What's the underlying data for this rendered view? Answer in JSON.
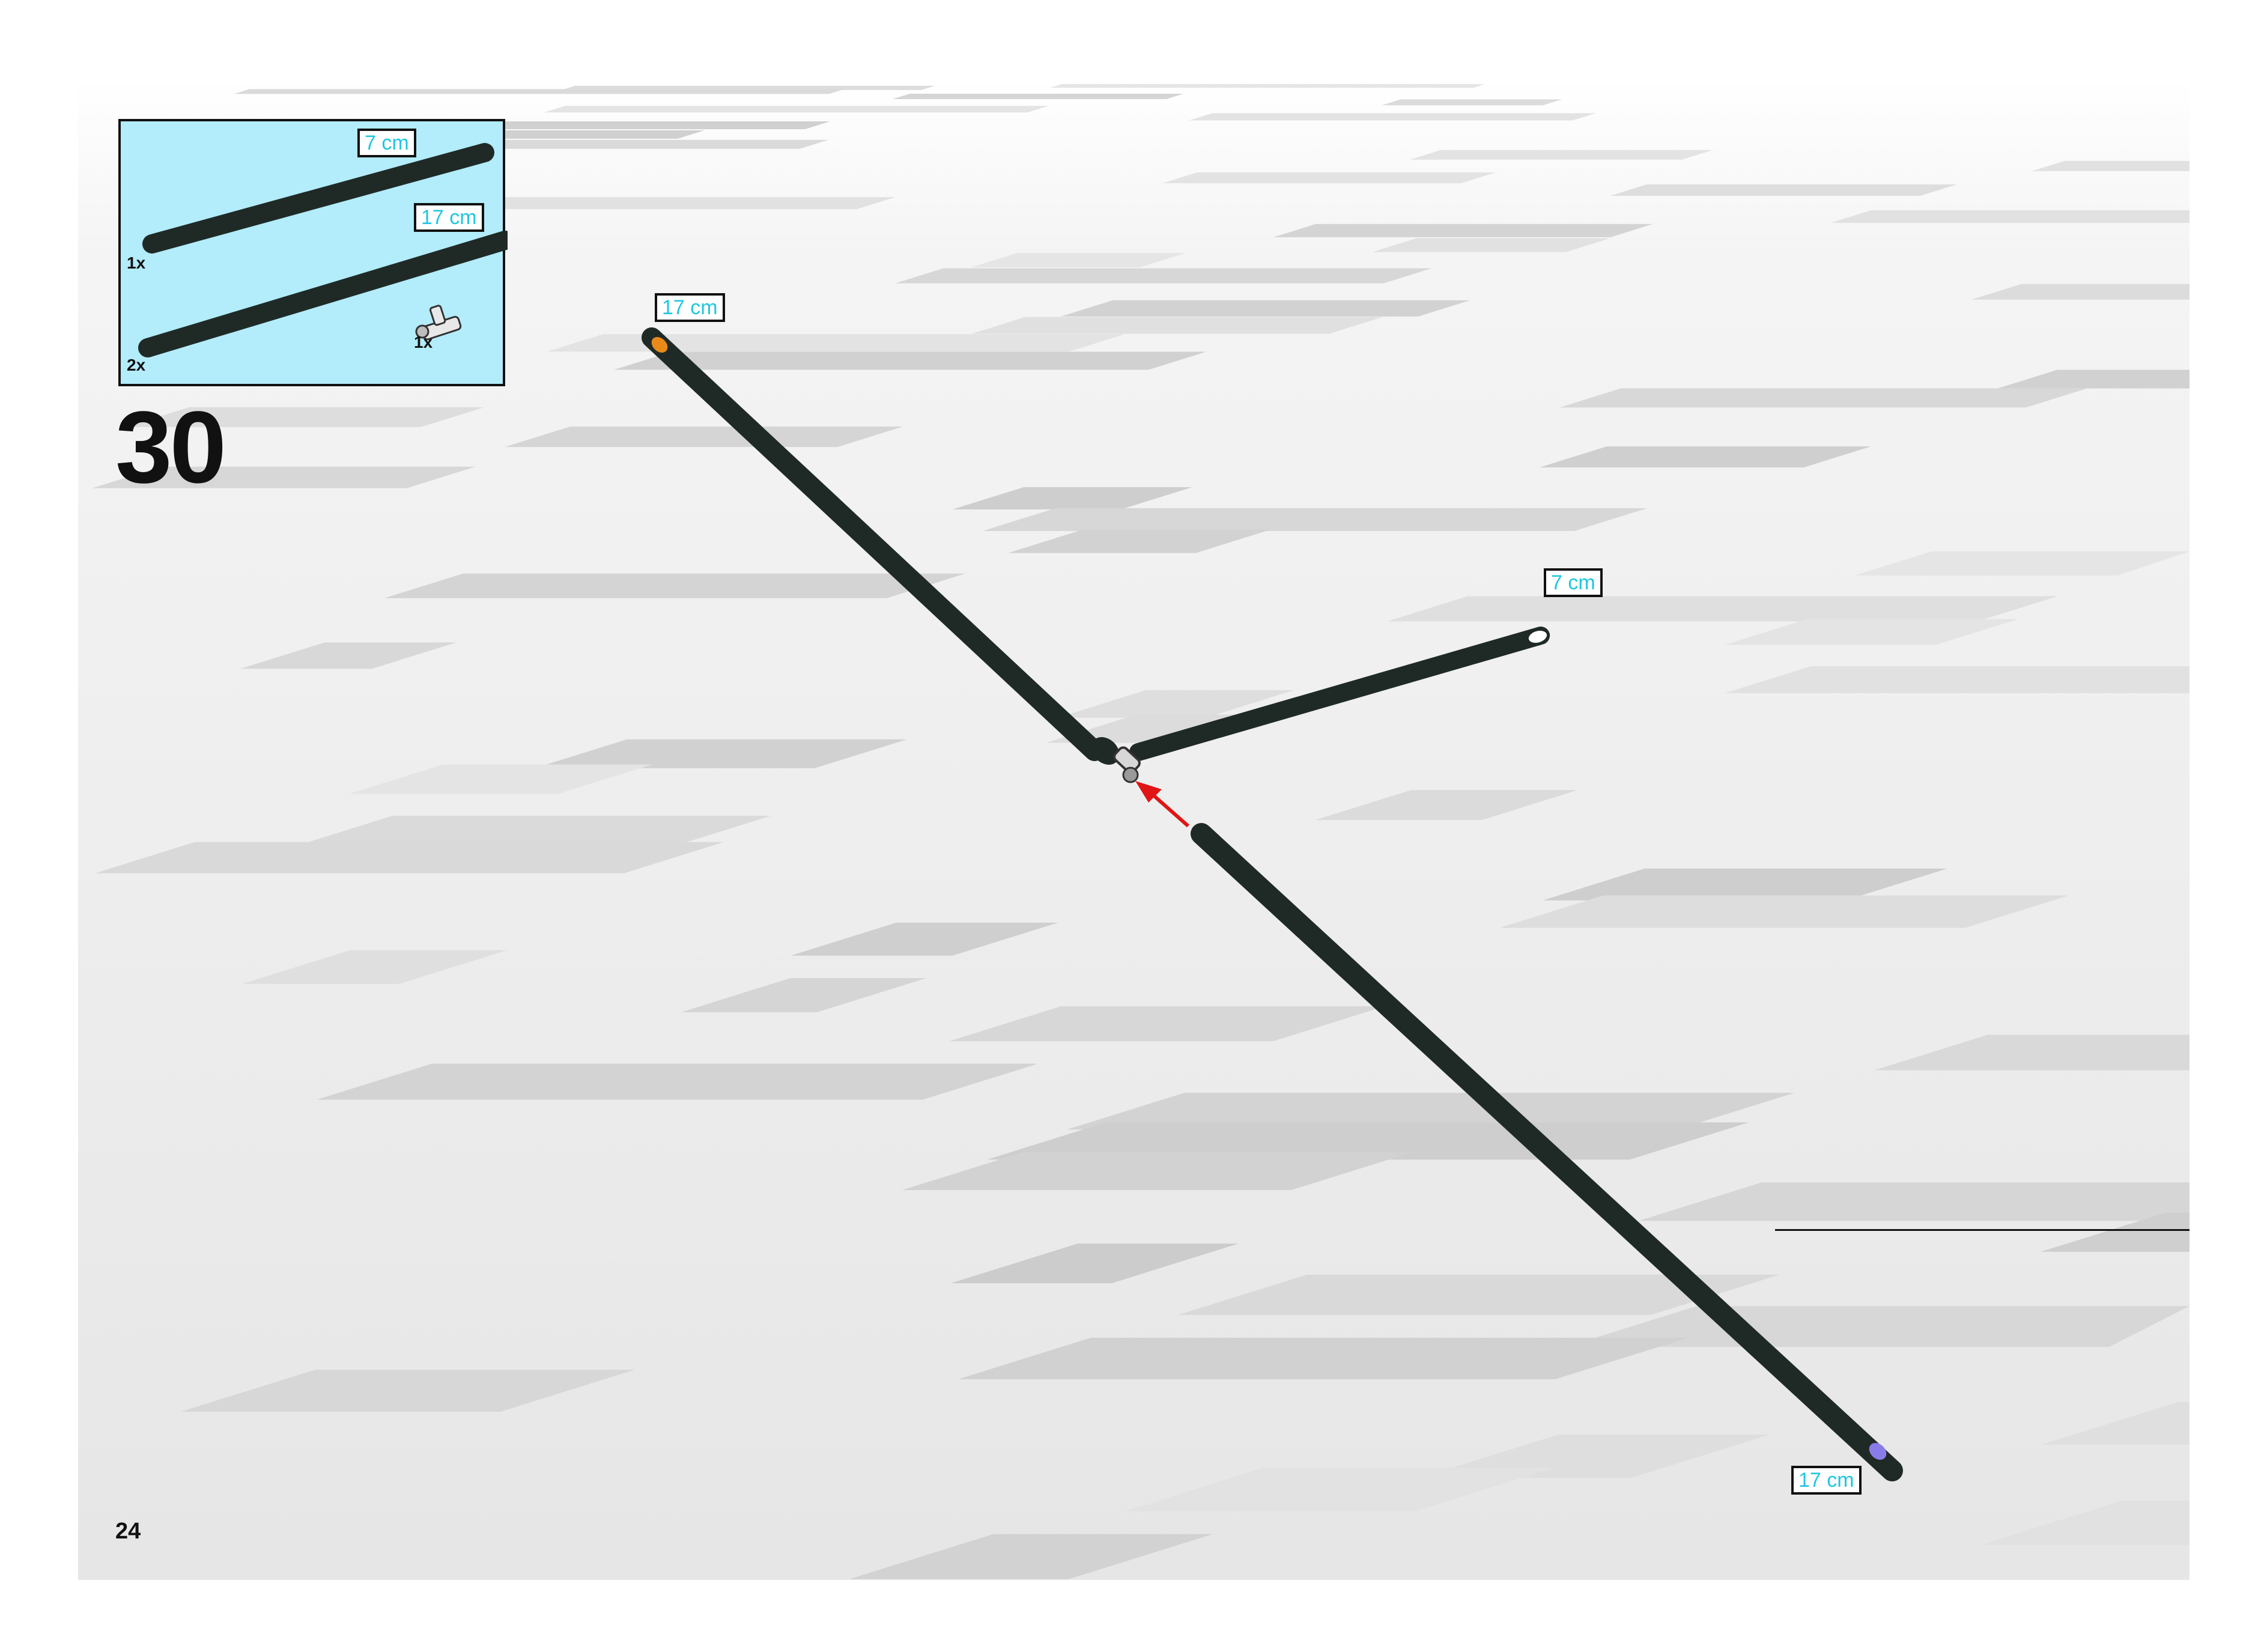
{
  "step": {
    "number": "30",
    "page_number": "24"
  },
  "parts_list": {
    "background_color": "#b3ecfb",
    "items": [
      {
        "length_label": "7 cm",
        "quantity": "1x",
        "icon": "rod-icon"
      },
      {
        "length_label": "17 cm",
        "quantity": "2x",
        "icon": "rod-icon"
      },
      {
        "length_label": "",
        "quantity": "1x",
        "icon": "connector-icon"
      }
    ]
  },
  "assembly": {
    "rod_color": "#1f2a26",
    "arrow_color": "#e01515",
    "labels": {
      "upper_long_rod": "17 cm",
      "short_rod": "7 cm",
      "lower_long_rod": "17 cm"
    },
    "end_cap_colors": {
      "upper_long_rod": "#e88a1a",
      "short_rod": "#ffffff",
      "lower_long_rod": "#8a7ce8"
    }
  }
}
